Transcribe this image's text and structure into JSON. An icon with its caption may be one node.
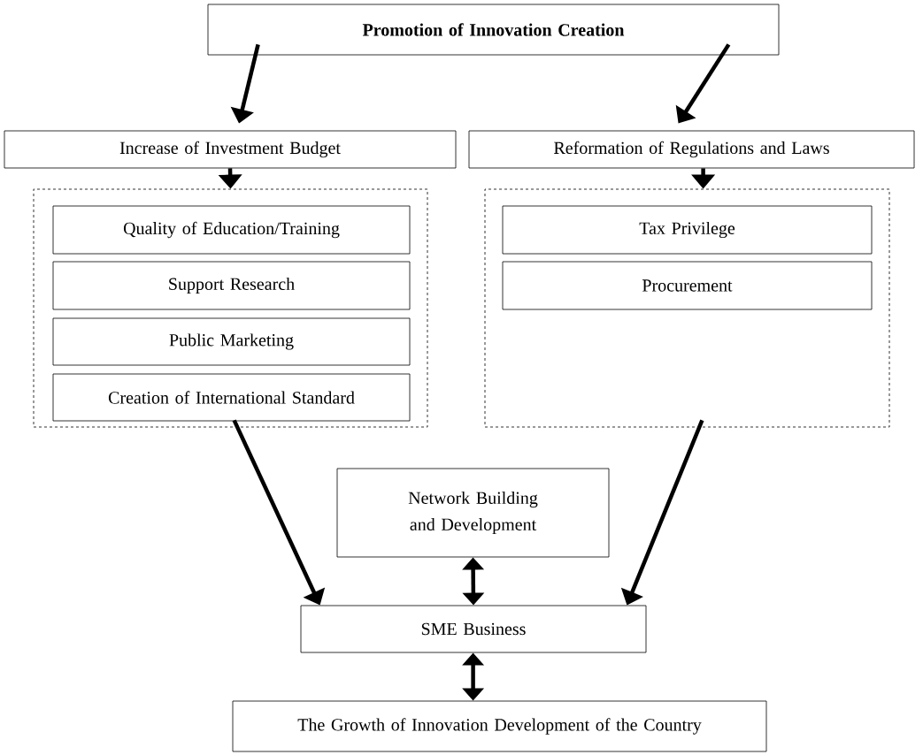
{
  "diagram": {
    "nodes": [
      {
        "text": [
          "Promotion of Innovation Creation"
        ]
      },
      {
        "text": [
          "Increase of Investment Budget"
        ]
      },
      {
        "text": [
          "Reformation of Regulations and Laws"
        ]
      },
      {
        "text": [],
        "shape": "box"
      },
      {
        "text": [
          "Quality of Education/Training"
        ],
        "in": 3
      },
      {
        "text": [
          "Support Research"
        ],
        "in": 3
      },
      {
        "text": [
          "Public Marketing"
        ],
        "in": 3
      },
      {
        "text": [
          "Creation of International Standard"
        ],
        "in": 3
      },
      {
        "text": [],
        "shape": "box"
      },
      {
        "text": [
          "Tax Privilege"
        ],
        "in": 8
      },
      {
        "text": [
          "Procurement"
        ],
        "in": 8
      },
      {
        "text": [
          "Network Building and Development"
        ]
      },
      {
        "text": [
          "SME Business"
        ]
      },
      {
        "text": [
          "The Growth of Innovation Development of the Country"
        ]
      }
    ],
    "edges": [
      {
        "from": 0,
        "to": 1,
        "arrow": "to"
      },
      {
        "from": 0,
        "to": 2,
        "arrow": "to"
      },
      {
        "from": 1,
        "to": 3,
        "arrow": "to"
      },
      {
        "from": 2,
        "to": 8,
        "arrow": "to"
      },
      {
        "from": 3,
        "to": 12,
        "arrow": "to"
      },
      {
        "from": 8,
        "to": 12,
        "arrow": "to"
      },
      {
        "from": 11,
        "to": 12,
        "arrow": "both"
      },
      {
        "from": 12,
        "to": 13,
        "arrow": "both"
      }
    ]
  }
}
